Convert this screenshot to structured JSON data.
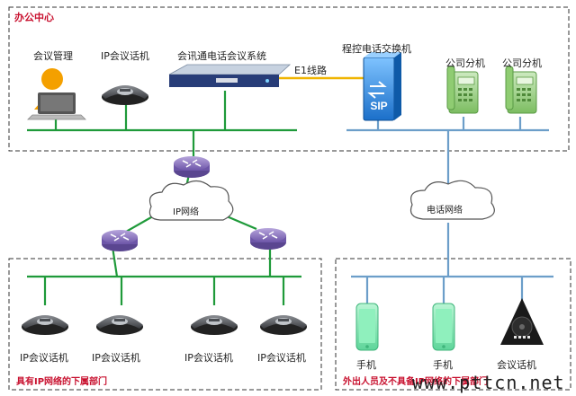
{
  "regions": {
    "office": "办公中心",
    "branch": "具有IP网络的下属部门",
    "field": "外出人员及不具备IP网络的下属部门"
  },
  "office": {
    "meeting_mgmt": "会议管理",
    "ip_phone": "IP会议话机",
    "system": "会讯通电话会议系统",
    "e1_link": "E1线路",
    "pbx": "程控电话交换机",
    "pbx_screen": "SIP",
    "ext1": "公司分机",
    "ext2": "公司分机"
  },
  "clouds": {
    "ip": "IP网络",
    "phone": "电话网络"
  },
  "branch": {
    "phone1": "IP会议话机",
    "phone2": "IP会议话机",
    "phone3": "IP会议话机",
    "phone4": "IP会议话机"
  },
  "field": {
    "mobile1": "手机",
    "mobile2": "手机",
    "conf_phone": "会议话机"
  },
  "watermark": "www.pttcn.net",
  "colors": {
    "green_line": "#1f9a3a",
    "blue_line": "#6c9ec9",
    "e1_line": "#f0b400",
    "border": "#333333",
    "label_red": "#c8102e"
  }
}
